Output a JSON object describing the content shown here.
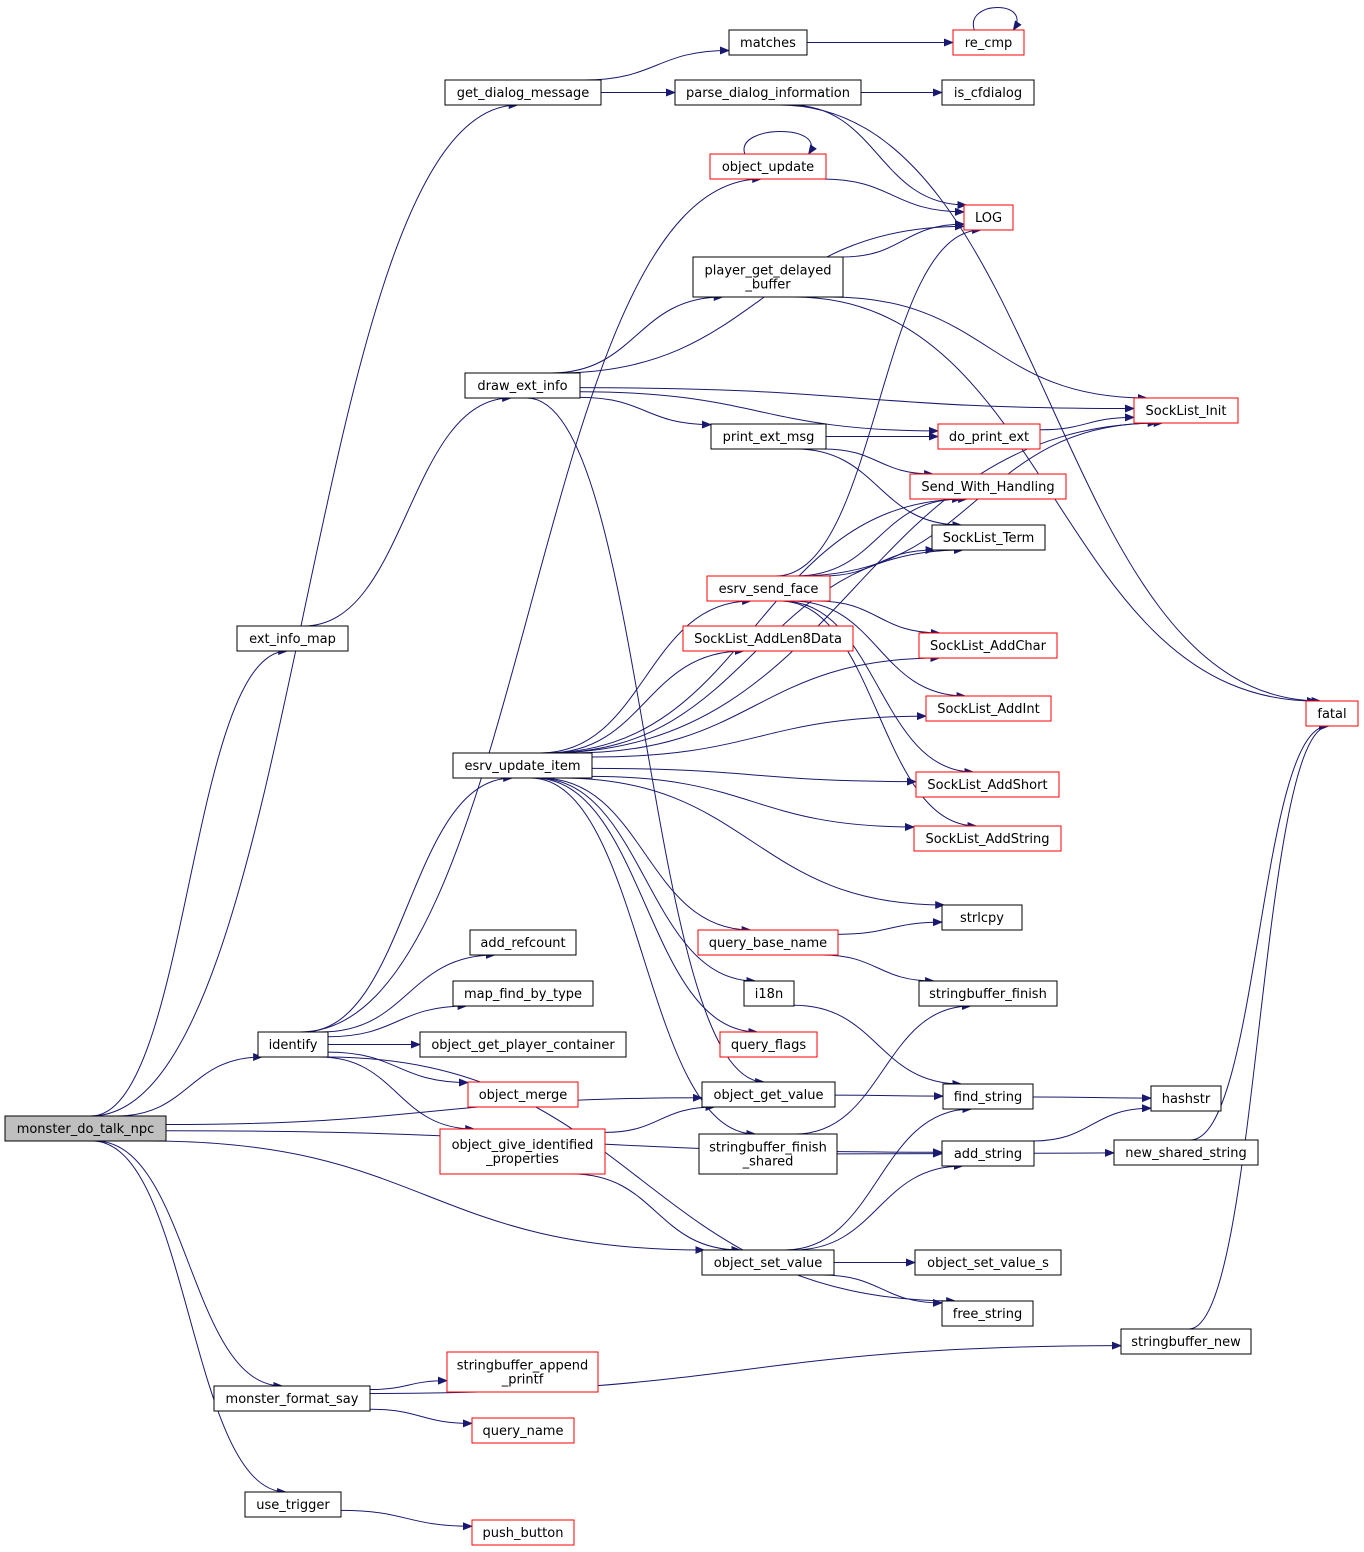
{
  "colors": {
    "edge": "#191970",
    "root_fill": "#bfbfbf",
    "normal_border": "#000000",
    "truncated_border": "#ff0000"
  },
  "nodes": [
    {
      "id": "monster_do_talk_npc",
      "label": [
        "monster_do_talk_npc"
      ],
      "kind": "root"
    },
    {
      "id": "get_dialog_message",
      "label": [
        "get_dialog_message"
      ],
      "kind": "normal"
    },
    {
      "id": "matches",
      "label": [
        "matches"
      ],
      "kind": "normal"
    },
    {
      "id": "re_cmp",
      "label": [
        "re_cmp"
      ],
      "kind": "truncated"
    },
    {
      "id": "parse_dialog_information",
      "label": [
        "parse_dialog_information"
      ],
      "kind": "normal"
    },
    {
      "id": "is_cfdialog",
      "label": [
        "is_cfdialog"
      ],
      "kind": "normal"
    },
    {
      "id": "object_update",
      "label": [
        "object_update"
      ],
      "kind": "truncated"
    },
    {
      "id": "LOG",
      "label": [
        "LOG"
      ],
      "kind": "truncated"
    },
    {
      "id": "player_get_delayed_buffer",
      "label": [
        "player_get_delayed",
        "_buffer"
      ],
      "kind": "normal"
    },
    {
      "id": "draw_ext_info",
      "label": [
        "draw_ext_info"
      ],
      "kind": "normal"
    },
    {
      "id": "SockList_Init",
      "label": [
        "SockList_Init"
      ],
      "kind": "truncated"
    },
    {
      "id": "print_ext_msg",
      "label": [
        "print_ext_msg"
      ],
      "kind": "normal"
    },
    {
      "id": "do_print_ext",
      "label": [
        "do_print_ext"
      ],
      "kind": "truncated"
    },
    {
      "id": "Send_With_Handling",
      "label": [
        "Send_With_Handling"
      ],
      "kind": "truncated"
    },
    {
      "id": "SockList_Term",
      "label": [
        "SockList_Term"
      ],
      "kind": "normal"
    },
    {
      "id": "esrv_send_face",
      "label": [
        "esrv_send_face"
      ],
      "kind": "truncated"
    },
    {
      "id": "ext_info_map",
      "label": [
        "ext_info_map"
      ],
      "kind": "normal"
    },
    {
      "id": "SockList_AddLen8Data",
      "label": [
        "SockList_AddLen8Data"
      ],
      "kind": "truncated"
    },
    {
      "id": "SockList_AddChar",
      "label": [
        "SockList_AddChar"
      ],
      "kind": "truncated"
    },
    {
      "id": "fatal",
      "label": [
        "fatal"
      ],
      "kind": "truncated"
    },
    {
      "id": "SockList_AddInt",
      "label": [
        "SockList_AddInt"
      ],
      "kind": "truncated"
    },
    {
      "id": "esrv_update_item",
      "label": [
        "esrv_update_item"
      ],
      "kind": "normal"
    },
    {
      "id": "SockList_AddShort",
      "label": [
        "SockList_AddShort"
      ],
      "kind": "truncated"
    },
    {
      "id": "SockList_AddString",
      "label": [
        "SockList_AddString"
      ],
      "kind": "truncated"
    },
    {
      "id": "strlcpy",
      "label": [
        "strlcpy"
      ],
      "kind": "normal"
    },
    {
      "id": "add_refcount",
      "label": [
        "add_refcount"
      ],
      "kind": "normal"
    },
    {
      "id": "query_base_name",
      "label": [
        "query_base_name"
      ],
      "kind": "truncated"
    },
    {
      "id": "map_find_by_type",
      "label": [
        "map_find_by_type"
      ],
      "kind": "normal"
    },
    {
      "id": "i18n",
      "label": [
        "i18n"
      ],
      "kind": "normal"
    },
    {
      "id": "stringbuffer_finish",
      "label": [
        "stringbuffer_finish"
      ],
      "kind": "normal"
    },
    {
      "id": "identify",
      "label": [
        "identify"
      ],
      "kind": "normal"
    },
    {
      "id": "object_get_player_container",
      "label": [
        "object_get_player_container"
      ],
      "kind": "normal"
    },
    {
      "id": "query_flags",
      "label": [
        "query_flags"
      ],
      "kind": "truncated"
    },
    {
      "id": "object_merge",
      "label": [
        "object_merge"
      ],
      "kind": "truncated"
    },
    {
      "id": "object_get_value",
      "label": [
        "object_get_value"
      ],
      "kind": "normal"
    },
    {
      "id": "find_string",
      "label": [
        "find_string"
      ],
      "kind": "normal"
    },
    {
      "id": "hashstr",
      "label": [
        "hashstr"
      ],
      "kind": "normal"
    },
    {
      "id": "object_give_identified_properties",
      "label": [
        "object_give_identified",
        "_properties"
      ],
      "kind": "truncated"
    },
    {
      "id": "stringbuffer_finish_shared",
      "label": [
        "stringbuffer_finish",
        "_shared"
      ],
      "kind": "normal"
    },
    {
      "id": "add_string",
      "label": [
        "add_string"
      ],
      "kind": "normal"
    },
    {
      "id": "new_shared_string",
      "label": [
        "new_shared_string"
      ],
      "kind": "normal"
    },
    {
      "id": "object_set_value",
      "label": [
        "object_set_value"
      ],
      "kind": "normal"
    },
    {
      "id": "object_set_value_s",
      "label": [
        "object_set_value_s"
      ],
      "kind": "normal"
    },
    {
      "id": "free_string",
      "label": [
        "free_string"
      ],
      "kind": "normal"
    },
    {
      "id": "stringbuffer_new",
      "label": [
        "stringbuffer_new"
      ],
      "kind": "normal"
    },
    {
      "id": "stringbuffer_append_printf",
      "label": [
        "stringbuffer_append",
        "_printf"
      ],
      "kind": "truncated"
    },
    {
      "id": "monster_format_say",
      "label": [
        "monster_format_say"
      ],
      "kind": "normal"
    },
    {
      "id": "query_name",
      "label": [
        "query_name"
      ],
      "kind": "truncated"
    },
    {
      "id": "use_trigger",
      "label": [
        "use_trigger"
      ],
      "kind": "normal"
    },
    {
      "id": "push_button",
      "label": [
        "push_button"
      ],
      "kind": "truncated"
    }
  ],
  "edges": [
    [
      "monster_do_talk_npc",
      "get_dialog_message"
    ],
    [
      "monster_do_talk_npc",
      "ext_info_map"
    ],
    [
      "monster_do_talk_npc",
      "identify"
    ],
    [
      "monster_do_talk_npc",
      "object_get_value"
    ],
    [
      "monster_do_talk_npc",
      "add_string"
    ],
    [
      "monster_do_talk_npc",
      "object_set_value"
    ],
    [
      "monster_do_talk_npc",
      "monster_format_say"
    ],
    [
      "monster_do_talk_npc",
      "use_trigger"
    ],
    [
      "get_dialog_message",
      "matches"
    ],
    [
      "get_dialog_message",
      "parse_dialog_information"
    ],
    [
      "matches",
      "re_cmp"
    ],
    [
      "re_cmp",
      "re_cmp"
    ],
    [
      "parse_dialog_information",
      "is_cfdialog"
    ],
    [
      "parse_dialog_information",
      "LOG"
    ],
    [
      "parse_dialog_information",
      "fatal"
    ],
    [
      "object_update",
      "object_update"
    ],
    [
      "object_update",
      "LOG"
    ],
    [
      "player_get_delayed_buffer",
      "LOG"
    ],
    [
      "player_get_delayed_buffer",
      "fatal"
    ],
    [
      "player_get_delayed_buffer",
      "SockList_Init"
    ],
    [
      "draw_ext_info",
      "LOG"
    ],
    [
      "draw_ext_info",
      "player_get_delayed_buffer"
    ],
    [
      "draw_ext_info",
      "SockList_Init"
    ],
    [
      "draw_ext_info",
      "do_print_ext"
    ],
    [
      "draw_ext_info",
      "print_ext_msg"
    ],
    [
      "draw_ext_info",
      "object_get_value"
    ],
    [
      "print_ext_msg",
      "do_print_ext"
    ],
    [
      "print_ext_msg",
      "Send_With_Handling"
    ],
    [
      "print_ext_msg",
      "SockList_Term"
    ],
    [
      "do_print_ext",
      "SockList_Init"
    ],
    [
      "esrv_send_face",
      "LOG"
    ],
    [
      "esrv_send_face",
      "Send_With_Handling"
    ],
    [
      "esrv_send_face",
      "SockList_Term"
    ],
    [
      "esrv_send_face",
      "SockList_Init"
    ],
    [
      "esrv_send_face",
      "SockList_AddChar"
    ],
    [
      "esrv_send_face",
      "SockList_AddInt"
    ],
    [
      "esrv_send_face",
      "SockList_AddShort"
    ],
    [
      "esrv_send_face",
      "SockList_AddString"
    ],
    [
      "ext_info_map",
      "draw_ext_info"
    ],
    [
      "esrv_update_item",
      "SockList_Init"
    ],
    [
      "esrv_update_item",
      "Send_With_Handling"
    ],
    [
      "esrv_update_item",
      "SockList_Term"
    ],
    [
      "esrv_update_item",
      "esrv_send_face"
    ],
    [
      "esrv_update_item",
      "SockList_AddLen8Data"
    ],
    [
      "esrv_update_item",
      "SockList_AddChar"
    ],
    [
      "esrv_update_item",
      "SockList_AddInt"
    ],
    [
      "esrv_update_item",
      "SockList_AddShort"
    ],
    [
      "esrv_update_item",
      "SockList_AddString"
    ],
    [
      "esrv_update_item",
      "strlcpy"
    ],
    [
      "esrv_update_item",
      "query_base_name"
    ],
    [
      "esrv_update_item",
      "i18n"
    ],
    [
      "esrv_update_item",
      "query_flags"
    ],
    [
      "esrv_update_item",
      "stringbuffer_finish_shared"
    ],
    [
      "query_base_name",
      "strlcpy"
    ],
    [
      "query_base_name",
      "stringbuffer_finish"
    ],
    [
      "i18n",
      "find_string"
    ],
    [
      "identify",
      "object_update"
    ],
    [
      "identify",
      "esrv_update_item"
    ],
    [
      "identify",
      "add_refcount"
    ],
    [
      "identify",
      "map_find_by_type"
    ],
    [
      "identify",
      "object_get_player_container"
    ],
    [
      "identify",
      "object_merge"
    ],
    [
      "identify",
      "object_give_identified_properties"
    ],
    [
      "identify",
      "free_string"
    ],
    [
      "object_give_identified_properties",
      "object_get_value"
    ],
    [
      "object_give_identified_properties",
      "object_set_value"
    ],
    [
      "object_get_value",
      "find_string"
    ],
    [
      "find_string",
      "hashstr"
    ],
    [
      "stringbuffer_finish_shared",
      "stringbuffer_finish"
    ],
    [
      "stringbuffer_finish_shared",
      "add_string"
    ],
    [
      "add_string",
      "hashstr"
    ],
    [
      "add_string",
      "new_shared_string"
    ],
    [
      "new_shared_string",
      "fatal"
    ],
    [
      "object_set_value",
      "find_string"
    ],
    [
      "object_set_value",
      "add_string"
    ],
    [
      "object_set_value",
      "object_set_value_s"
    ],
    [
      "object_set_value",
      "free_string"
    ],
    [
      "stringbuffer_new",
      "fatal"
    ],
    [
      "monster_format_say",
      "stringbuffer_append_printf"
    ],
    [
      "monster_format_say",
      "query_name"
    ],
    [
      "monster_format_say",
      "stringbuffer_new"
    ],
    [
      "use_trigger",
      "push_button"
    ]
  ]
}
